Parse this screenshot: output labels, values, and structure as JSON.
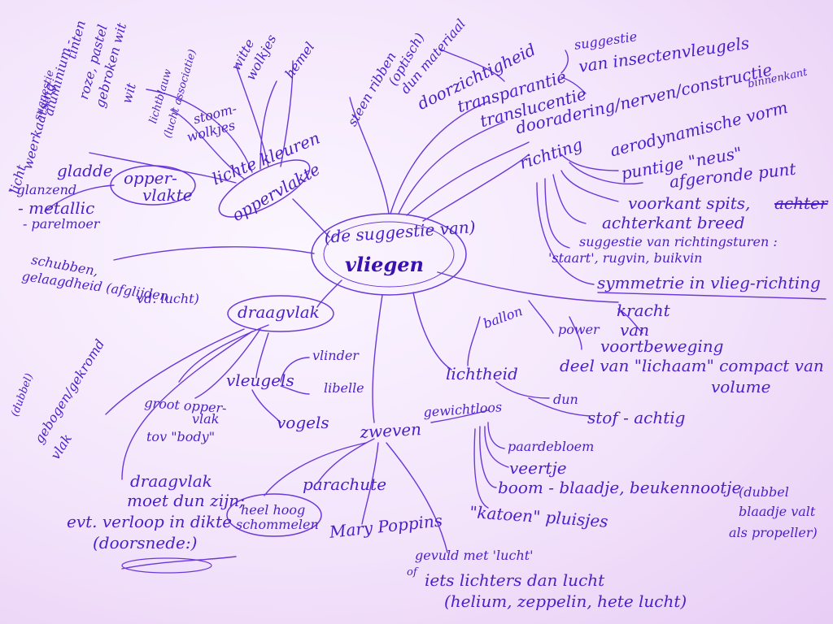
{
  "center": {
    "line1": "(de suggestie van)",
    "line2": "vliegen"
  },
  "colors": {
    "paper": "#f3e4fb",
    "ink": "#4b1fc8"
  },
  "nodes": {
    "oppervlakte": "oppervlakte",
    "opper": "opper-",
    "vlakte": "vlakte",
    "lichte_kleuren": "lichte kleuren",
    "stoom": "stoom-",
    "wolkjes": "wolkjes",
    "witte": "witte",
    "wolkjes2": "wolkjes",
    "hemel": "hemel",
    "lichtblauw": "lichtblauw",
    "lucht_associatie": "(lucht associatie)",
    "wit": "wit",
    "gebroken_wit": "gebroken wit",
    "roze_pastel": "roze, pastel",
    "tinten": "tinten",
    "aluminium": "aluminium -",
    "suggestie_v": "suggestie",
    "weerkaatsing": "weerkaatsing",
    "licht": "licht",
    "gladde": "gladde",
    "glanzend": "- glanzend",
    "metallic": "- metallic",
    "parelmoer": "- parelmoer",
    "schubben": "schubben,",
    "gelaagdheid": "gelaagdheid (afglijden",
    "vd_lucht": "vd. lucht)",
    "steen_ribben": "steen ribben",
    "optisch": "(optisch)",
    "dun_materiaal": "dun materiaal",
    "doorzichtigheid": "doorzichtigheid",
    "transparantie": "transparantie",
    "suggestie_insecten": "suggestie",
    "van_insectenvleugels": "van insectenvleugels",
    "translucentie": "translucentie",
    "dooradering": "dooradering/nerven/constructie",
    "binnenkant": "binnenkant",
    "richting": "richting",
    "aerodynamische": "aerodynamische vorm",
    "puntige_neus": "puntige \"neus\"",
    "afgeronde_punt": "afgeronde punt",
    "voorkant_spits": "voorkant spits,",
    "achter_struck": "achter",
    "achterkant_breed": "achterkant breed",
    "suggestie_richtingsturen": "suggestie van richtingsturen :",
    "staart": "'staart', rugvin, buikvin",
    "symmetrie": "symmetrie in vlieg-richting",
    "kracht": "kracht",
    "van": "van",
    "power": "power",
    "voortbeweging": "voortbeweging",
    "deel_van_lichaam": "deel van \"lichaam\" compact van",
    "volume": "volume",
    "ballon": "ballon",
    "lichtheid": "lichtheid",
    "dun": "dun",
    "stof_achtig": "stof - achtig",
    "gewichtloos": "gewichtloos",
    "zweven": "zweven",
    "paardebloem": "paardebloem",
    "veertje": "veertje",
    "boom_blaadje": "boom - blaadje, beukennootje",
    "dubbel_blaadje": "(dubbel",
    "blaadje_valt": "blaadje valt",
    "als_propeller": "als propeller)",
    "katoen": "\"katoen\" pluisjes",
    "parachute": "parachute",
    "heel_hoog": "heel hoog",
    "schommelen": "schommelen",
    "mary_poppins": "Mary Poppins",
    "gevuld_met_lucht": "gevuld met 'lucht'",
    "of": "of",
    "iets_lichters": "iets lichters dan lucht",
    "helium": "(helium, zeppelin, hete lucht)",
    "draagvlak": "draagvlak",
    "vlinder": "vlinder",
    "libelle": "libelle",
    "vleugels": "vleugels",
    "vogels": "vogels",
    "groot_opper": "groot opper-",
    "vlak": "vlak",
    "tov_body": "tov \"body\"",
    "dubbel": "(dubbel)",
    "gebogen": "gebogen/gekromd",
    "vlak2": "vlak",
    "draagvlak_moet": "draagvlak",
    "moet_dun_zijn": "moet dun zijn;",
    "evt_verloop": "evt. verloop in dikte",
    "doorsnede": "(doorsnede:)"
  }
}
